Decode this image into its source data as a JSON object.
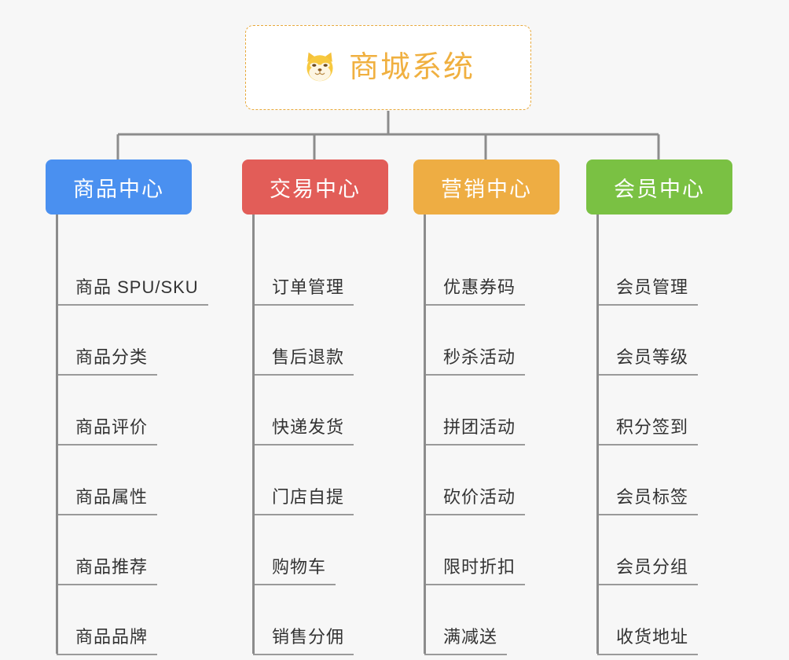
{
  "diagram": {
    "title": "商城系统",
    "root": {
      "label": "商城系统",
      "icon": "shiba-dog-icon",
      "border_color": "#e8a93b",
      "text_color": "#f0b040",
      "background": "#ffffff"
    },
    "canvas_background": "#f7f7f7",
    "connector_color": "#8c8c8c",
    "leaf_underline_color": "#9a9a9a",
    "leaf_text_color": "#333333",
    "branches": [
      {
        "label": "商品中心",
        "color": "#4a90f0",
        "leaves": [
          "商品 SPU/SKU",
          "商品分类",
          "商品评价",
          "商品属性",
          "商品推荐",
          "商品品牌"
        ]
      },
      {
        "label": "交易中心",
        "color": "#e25d58",
        "leaves": [
          "订单管理",
          "售后退款",
          "快递发货",
          "门店自提",
          "购物车",
          "销售分佣"
        ]
      },
      {
        "label": "营销中心",
        "color": "#eead43",
        "leaves": [
          "优惠券码",
          "秒杀活动",
          "拼团活动",
          "砍价活动",
          "限时折扣",
          "满减送"
        ]
      },
      {
        "label": "会员中心",
        "color": "#7ac143",
        "leaves": [
          "会员管理",
          "会员等级",
          "积分签到",
          "会员标签",
          "会员分组",
          "收货地址"
        ]
      }
    ]
  }
}
